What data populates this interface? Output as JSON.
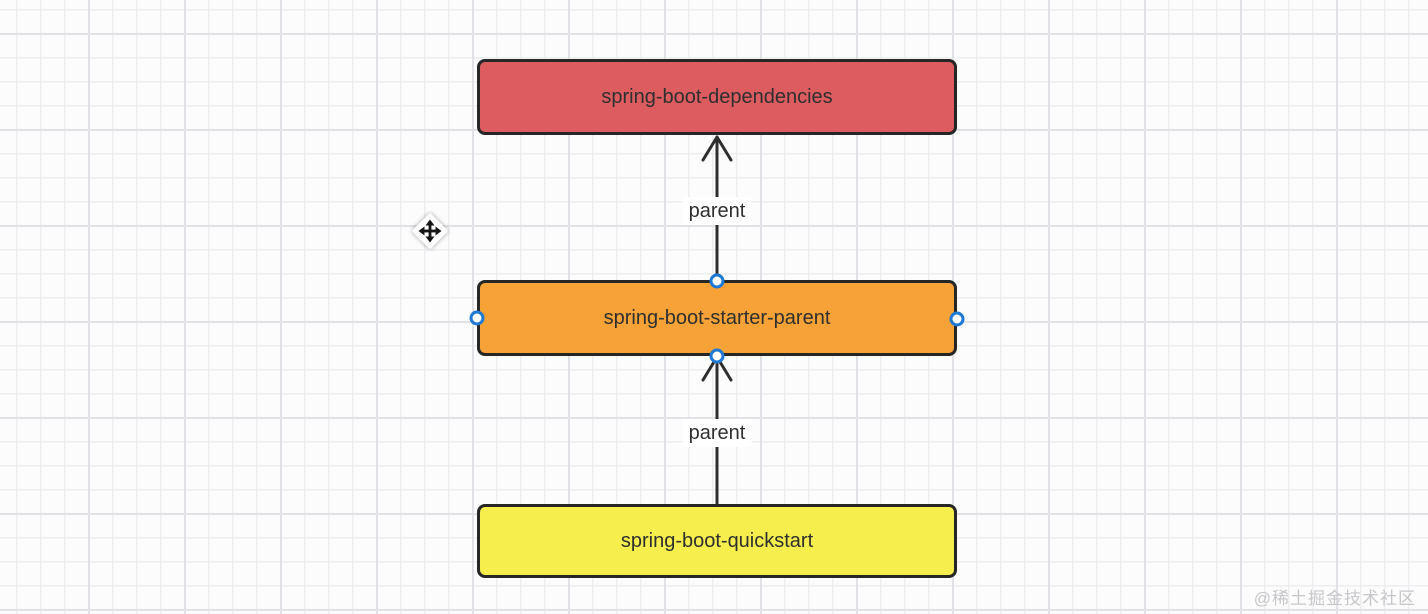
{
  "canvas": {
    "background_color": "#fcfcfd",
    "grid_minor_color": "#eeeef1",
    "grid_major_color": "#e2e2e6"
  },
  "diagram": {
    "stroke_color": "#262626",
    "text_color": "#2f2f2f",
    "arrow_color": "#2e2e2e",
    "handle_color": "#1e78d4",
    "nodes": [
      {
        "id": "spring-boot-dependencies",
        "label": "spring-boot-dependencies",
        "fill": "#dc5c5f",
        "selected": false
      },
      {
        "id": "spring-boot-starter-parent",
        "label": "spring-boot-starter-parent",
        "fill": "#f6a237",
        "selected": true
      },
      {
        "id": "spring-boot-quickstart",
        "label": "spring-boot-quickstart",
        "fill": "#f5ee4d",
        "selected": false
      }
    ],
    "edges": [
      {
        "from": "spring-boot-starter-parent",
        "to": "spring-boot-dependencies",
        "label": "parent"
      },
      {
        "from": "spring-boot-quickstart",
        "to": "spring-boot-starter-parent",
        "label": "parent"
      }
    ]
  },
  "cursor": {
    "icon": "move-cursor"
  },
  "watermark": {
    "text": "@稀土掘金技术社区",
    "color": "#c7c7ca"
  }
}
